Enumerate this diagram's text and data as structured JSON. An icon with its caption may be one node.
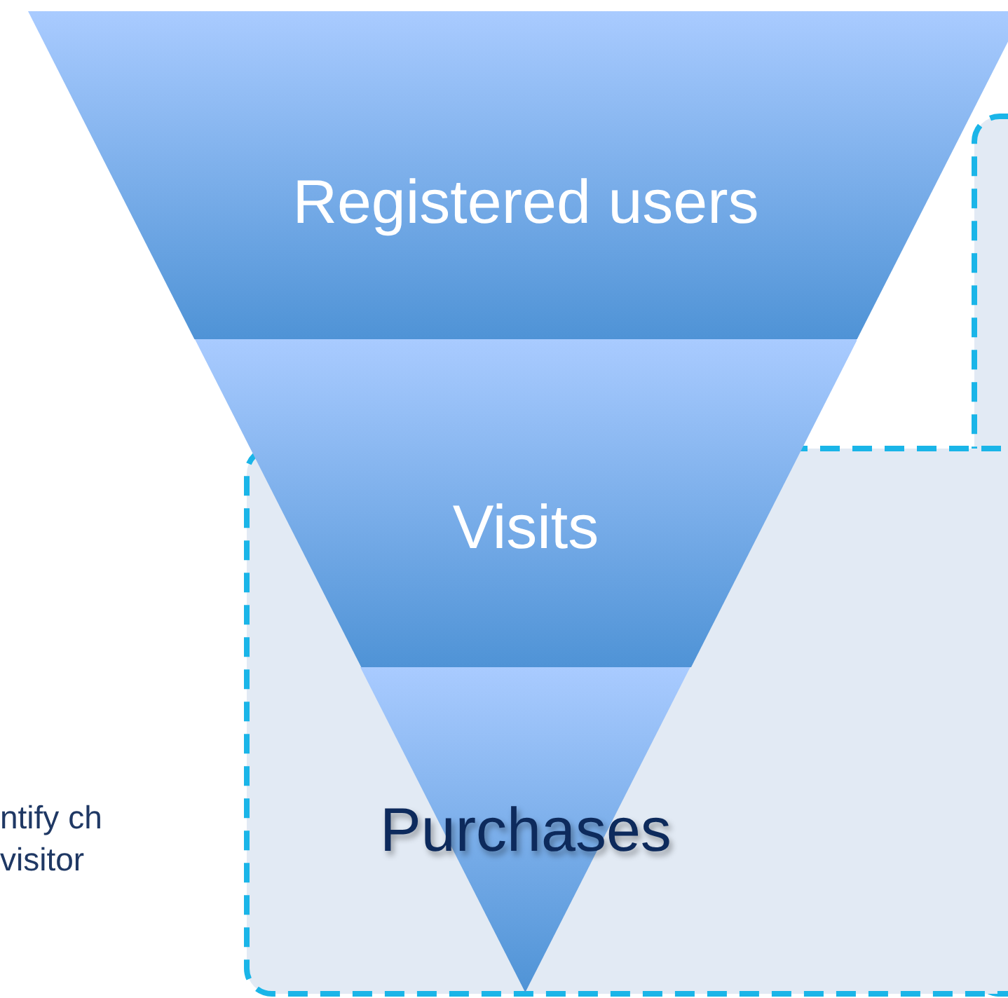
{
  "diagram": {
    "nodes": [
      {
        "text": [
          "Registered users"
        ]
      },
      {
        "text": [
          "Visits"
        ]
      },
      {
        "text": [
          "Purchases"
        ]
      }
    ],
    "labels": [
      "ntify ch visitor"
    ]
  }
}
